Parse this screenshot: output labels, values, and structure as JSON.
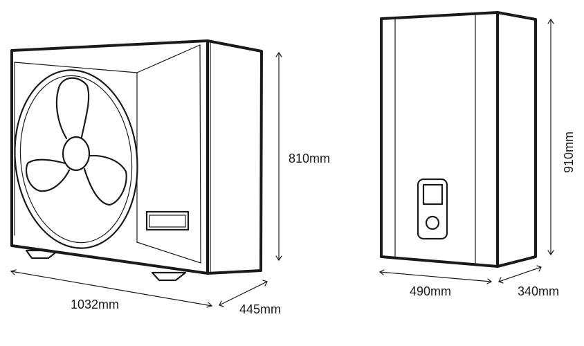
{
  "outdoor_unit": {
    "height_label": "810mm",
    "width_label": "1032mm",
    "depth_label": "445mm"
  },
  "indoor_unit": {
    "height_label": "910mm",
    "width_label": "490mm",
    "depth_label": "340mm"
  },
  "colors": {
    "line": "#1a1a1a",
    "background": "#ffffff"
  },
  "icons": [
    "fan-icon",
    "control-panel-icon",
    "display-screen-icon",
    "control-knob-icon"
  ]
}
